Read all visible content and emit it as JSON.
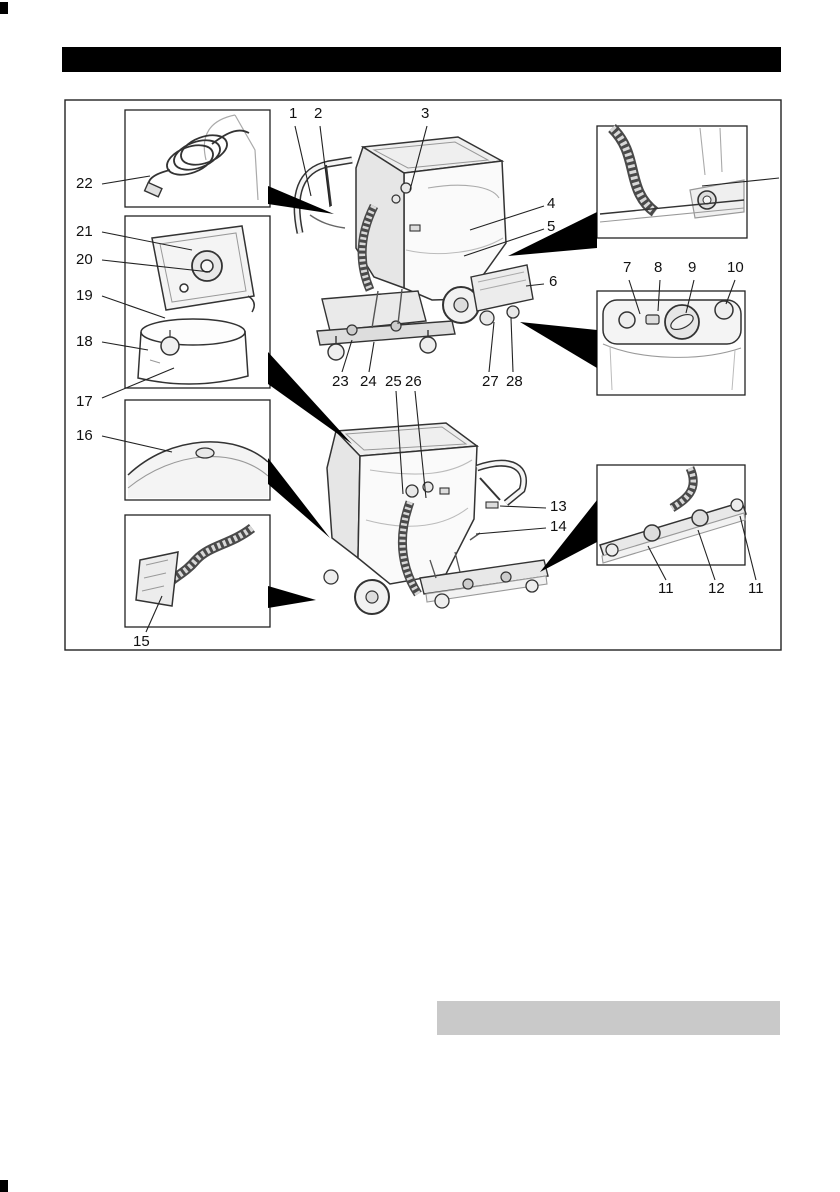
{
  "colors": {
    "header_bar": "#000000",
    "note_box": "#c9c9c9",
    "line_art": "#333333"
  },
  "diagram": {
    "callouts": [
      "1",
      "2",
      "3",
      "4",
      "5",
      "6",
      "7",
      "8",
      "9",
      "10",
      "11",
      "12",
      "11",
      "13",
      "14",
      "15",
      "16",
      "17",
      "18",
      "19",
      "20",
      "21",
      "22",
      "23",
      "24",
      "25",
      "26",
      "27",
      "28"
    ]
  }
}
